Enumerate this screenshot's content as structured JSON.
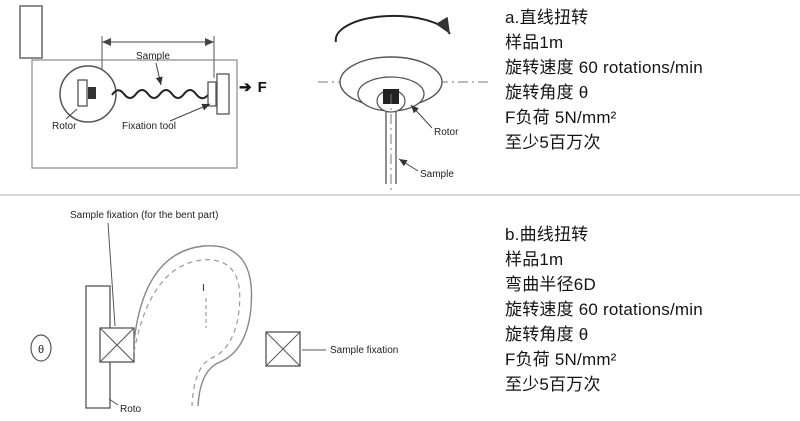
{
  "section_a": {
    "machine": {
      "sample_label": "Sample",
      "rotor_label": "Rotor",
      "fixation_tool_label": "Fixation tool"
    },
    "force": {
      "arrow_glyph": "➔",
      "label": "F"
    },
    "topview": {
      "rotor_label": "Rotor",
      "sample_label": "Sample"
    },
    "specs": {
      "title": "a.直线扭转",
      "lines": [
        "样品1m",
        "旋转速度 60 rotations/min",
        "旋转角度 θ",
        "F负荷 5N/mm²",
        "至少5百万次"
      ]
    }
  },
  "section_b": {
    "diagram": {
      "bent_fixation_label": "Sample fixation (for the bent part)",
      "sample_fixation_label": "Sample fixation",
      "rotor_label": "Roto",
      "theta_symbol": "θ",
      "length_mark": "I"
    },
    "specs": {
      "title": "b.曲线扭转",
      "lines": [
        "样品1m",
        "弯曲半径6D",
        "旋转速度 60 rotations/min",
        "旋转角度 θ",
        "F负荷 5N/mm²",
        "至少5百万次"
      ]
    }
  }
}
